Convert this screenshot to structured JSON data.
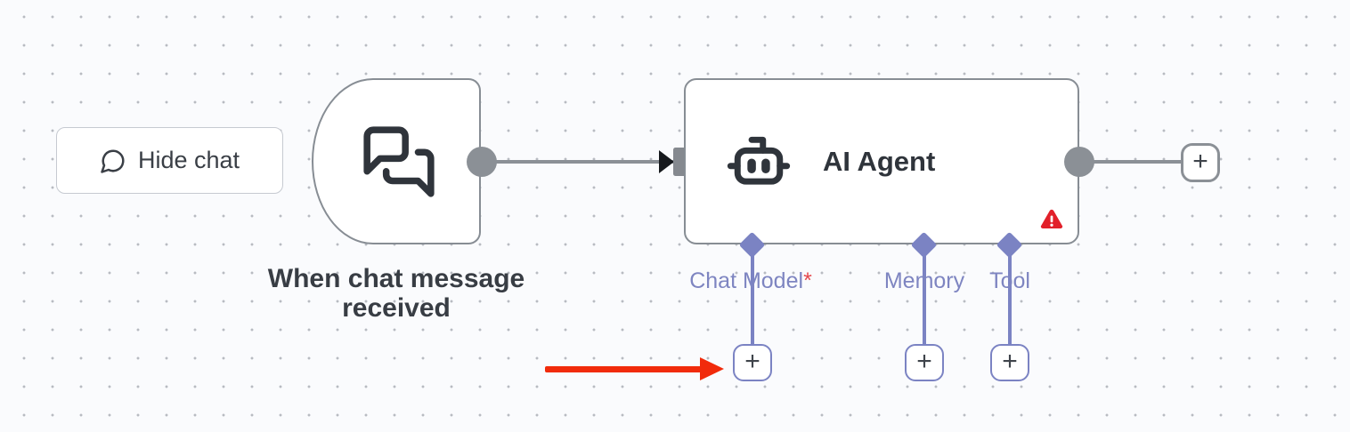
{
  "ui": {
    "plus": "+"
  },
  "colors": {
    "canvas-bg": "#fafbfd",
    "grid-dot": "#b8bbc1",
    "node-border": "#878d94",
    "connector-gray": "#8b9096",
    "port-gray": "#85898f",
    "ink": "#2f343b",
    "text-dark": "#3a3f46",
    "accent-purple": "#7b83c3",
    "label-purple": "#7e85c1",
    "required-red": "#e5484d",
    "warning-red": "#e2202a",
    "arrow-red": "#f12b0b",
    "button-border": "#c6cad1"
  },
  "hide_chat_button": {
    "label": "Hide chat"
  },
  "trigger_node": {
    "label": "When chat message received"
  },
  "agent_node": {
    "title": "AI Agent",
    "has_warning": true,
    "inputs": [
      {
        "label": "Chat Model",
        "required_marker": "*"
      },
      {
        "label": "Memory"
      },
      {
        "label": "Tool"
      }
    ]
  }
}
